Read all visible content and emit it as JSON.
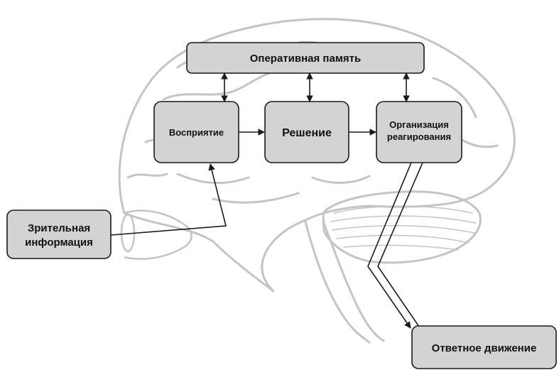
{
  "boxes": {
    "working_memory": "Оперативная память",
    "perception": "Восприятие",
    "decision": "Решение",
    "response_org_line1": "Организация",
    "response_org_line2": "реагирования",
    "visual_info_line1": "Зрительная",
    "visual_info_line2": "информация",
    "response_movement": "Ответное движение"
  },
  "colors": {
    "box_fill": "#d3d3d3",
    "box_stroke": "#1a1a1a",
    "brain_outline": "#c4c4c4",
    "arrow": "#1a1a1a",
    "text": "#111111"
  }
}
